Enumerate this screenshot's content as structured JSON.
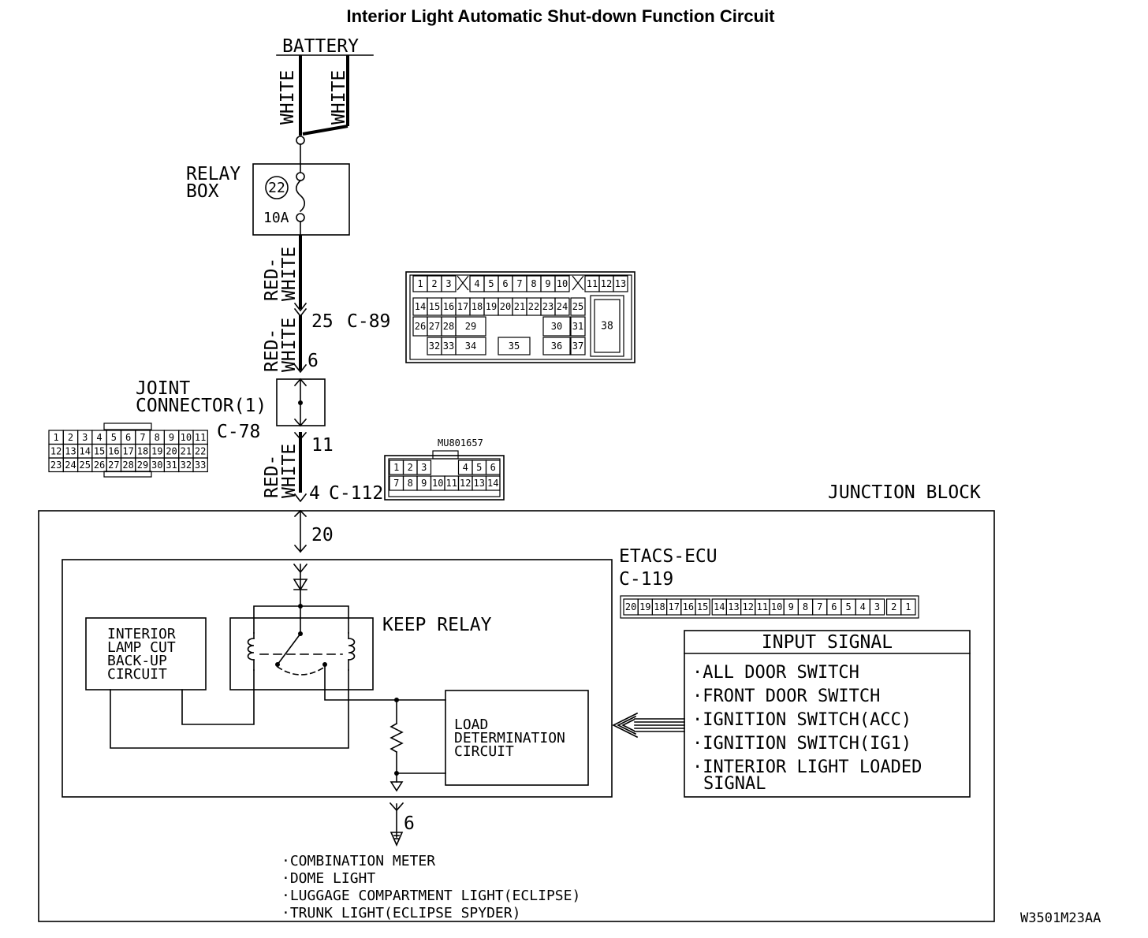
{
  "title": "Interior Light Automatic Shut-down Function Circuit",
  "battery": "BATTERY",
  "wire_labels": {
    "white_left": "WHITE",
    "white_right": "WHITE",
    "red_white_1": "RED-",
    "red_white_1b": "WHITE",
    "red_white_2": "RED-",
    "red_white_2b": "WHITE",
    "red_white_3": "RED-",
    "red_white_3b": "WHITE"
  },
  "relay_box": {
    "line1": "RELAY",
    "line2": "BOX",
    "fuse_number": "22",
    "fuse_rating": "10A"
  },
  "connectors": {
    "c89_pin": "25",
    "c89_label": "C-89",
    "joint_pin_top": "6",
    "joint_line1": "JOINT",
    "joint_line2": "CONNECTOR(1)",
    "joint_code": "C-78",
    "joint_pin_bottom": "11",
    "c112_pin": "4",
    "c112_label": "C-112",
    "c112_part": "MU801657",
    "jb_pin_in": "20",
    "jb_pin_out": "6"
  },
  "c89_grid": {
    "row1": [
      "1",
      "2",
      "3",
      "",
      "4",
      "5",
      "6",
      "7",
      "8",
      "9",
      "10",
      "",
      "11",
      "12",
      "13"
    ],
    "row2": [
      "14",
      "15",
      "16",
      "17",
      "18",
      "19",
      "20",
      "21",
      "22",
      "23",
      "24",
      "25"
    ],
    "row3": [
      "26",
      "27",
      "28",
      "29",
      "30",
      "31"
    ],
    "row4": [
      "32",
      "33",
      "34",
      "35",
      "36",
      "37"
    ],
    "big": "38"
  },
  "c78_grid": {
    "row1": [
      "1",
      "2",
      "3",
      "4",
      "5",
      "6",
      "7",
      "8",
      "9",
      "10",
      "11"
    ],
    "row2": [
      "12",
      "13",
      "14",
      "15",
      "16",
      "17",
      "18",
      "19",
      "20",
      "21",
      "22"
    ],
    "row3": [
      "23",
      "24",
      "25",
      "26",
      "27",
      "28",
      "29",
      "30",
      "31",
      "32",
      "33"
    ]
  },
  "c112_grid": {
    "row1": [
      "1",
      "2",
      "3",
      "",
      "",
      "4",
      "5",
      "6"
    ],
    "row2": [
      "7",
      "8",
      "9",
      "10",
      "11",
      "12",
      "13",
      "14"
    ]
  },
  "junction_block": "JUNCTION BLOCK",
  "etacs": {
    "line1": "ETACS-ECU",
    "line2": "C-119",
    "pins": [
      "20",
      "19",
      "18",
      "17",
      "16",
      "15",
      "14",
      "13",
      "12",
      "11",
      "10",
      "9",
      "8",
      "7",
      "6",
      "5",
      "4",
      "3",
      "2",
      "1"
    ]
  },
  "keep_relay": "KEEP RELAY",
  "backup_circuit": [
    "INTERIOR",
    "LAMP CUT",
    "BACK-UP",
    "CIRCUIT"
  ],
  "load_circuit": [
    "LOAD",
    "DETERMINATION",
    "CIRCUIT"
  ],
  "input_signal": {
    "header": "INPUT SIGNAL",
    "items": [
      "·ALL DOOR SWITCH",
      "·FRONT DOOR SWITCH",
      "·IGNITION SWITCH(ACC)",
      "·IGNITION SWITCH(IG1)",
      "·INTERIOR LIGHT LOADED",
      "SIGNAL"
    ]
  },
  "outputs": [
    "·COMBINATION METER",
    "·DOME LIGHT",
    "·LUGGAGE COMPARTMENT LIGHT(ECLIPSE)",
    "·TRUNK LIGHT(ECLIPSE SPYDER)"
  ],
  "figure_code": "W3501M23AA"
}
